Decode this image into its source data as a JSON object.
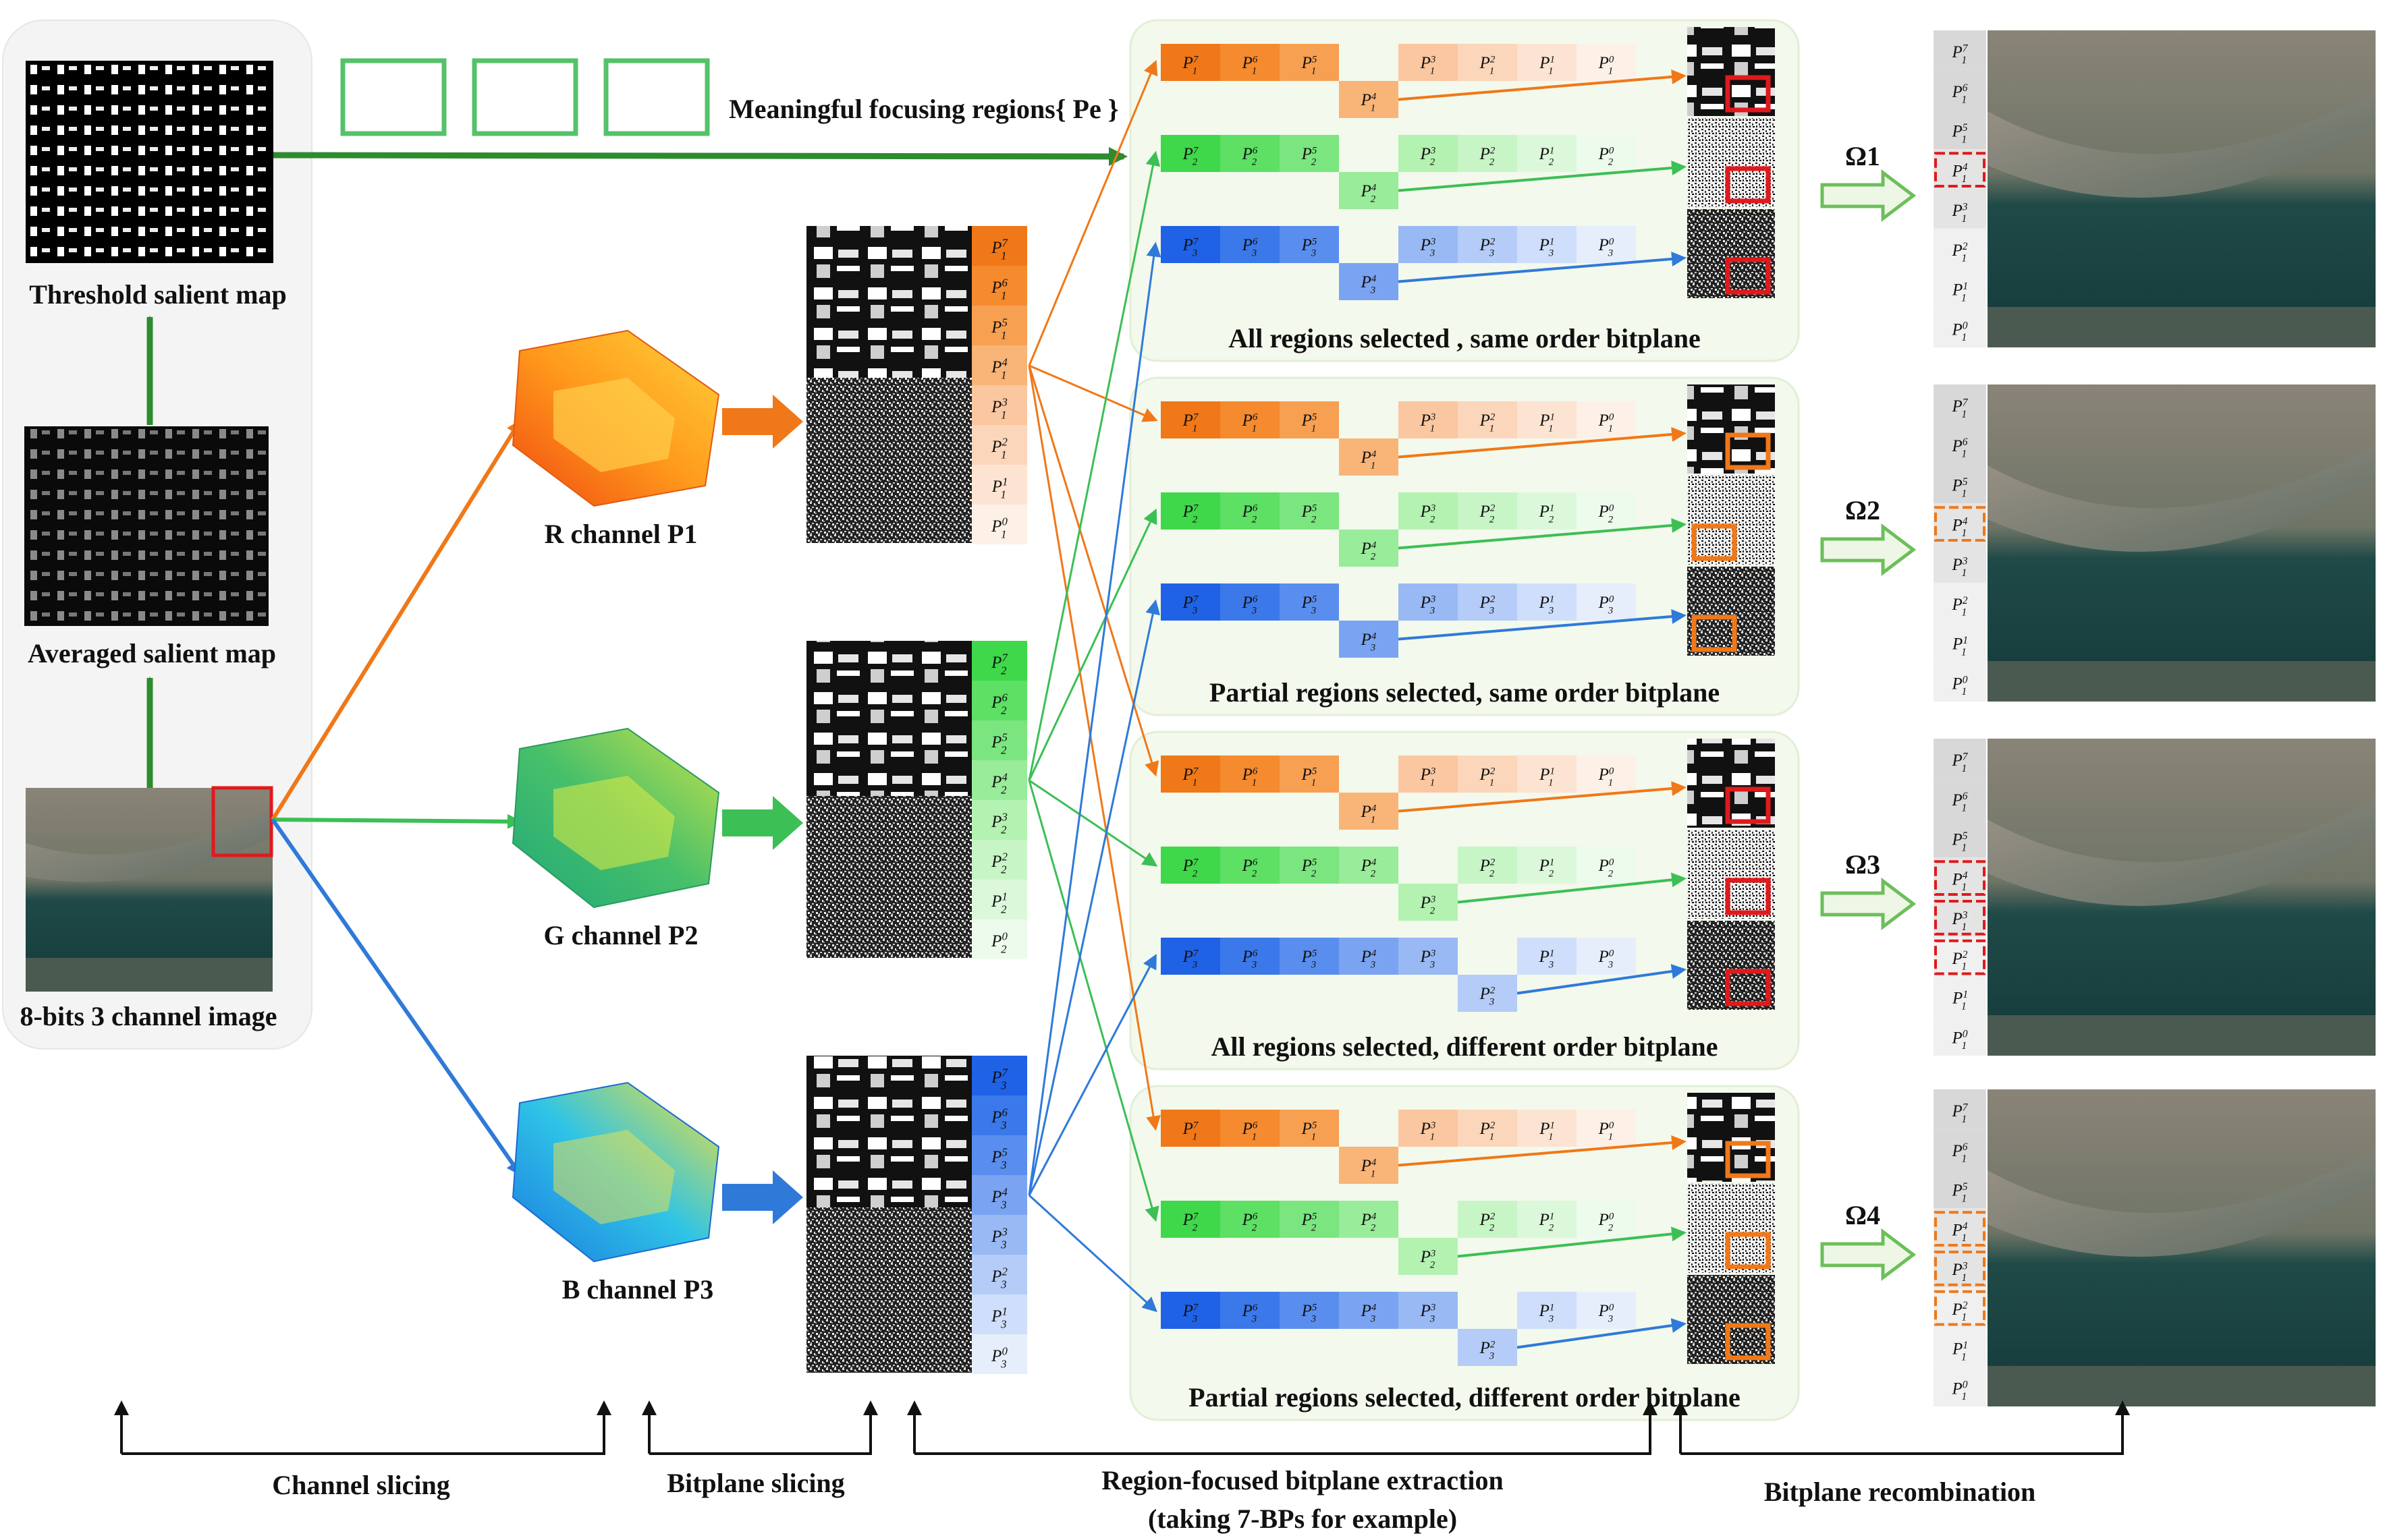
{
  "left_panel": {
    "threshold_label": "Threshold salient map",
    "averaged_label": "Averaged salient map",
    "input_label": "8-bits 3 channel image"
  },
  "focus_regions_label": "Meaningful focusing regions{ Pe }",
  "channels": [
    {
      "label": "R channel P1",
      "color": "#f07818",
      "bitplane_colors": [
        "#f07818",
        "#f58a2e",
        "#f7a052",
        "#f9b478",
        "#fbc7a0",
        "#fcd6ba",
        "#fde4d2",
        "#fdf0e6"
      ]
    },
    {
      "label": "G channel P2",
      "color": "#3fbf55",
      "bitplane_colors": [
        "#3fd84a",
        "#5de064",
        "#7be67f",
        "#99ec99",
        "#b4f2b2",
        "#c8f5c6",
        "#dcf8da",
        "#edfbec"
      ]
    },
    {
      "label": "B channel P3",
      "color": "#2f66d8",
      "bitplane_colors": [
        "#1f62e6",
        "#3b78ea",
        "#5a8eee",
        "#7aa4f1",
        "#98b9f4",
        "#b4ccf7",
        "#cfdefa",
        "#e6eefc"
      ]
    }
  ],
  "bitplane_tags": [
    "P7",
    "P6",
    "P5",
    "P4",
    "P3",
    "P2",
    "P1",
    "P0"
  ],
  "groups": [
    {
      "caption": "All regions selected , same order bitplane",
      "box_color": "#e0191c"
    },
    {
      "caption": "Partial regions selected, same order bitplane",
      "box_color": "#f07818"
    },
    {
      "caption": "All regions selected, different order bitplane",
      "box_color": "#e0191c"
    },
    {
      "caption": "Partial regions selected, different order bitplane",
      "box_color": "#f07818"
    }
  ],
  "omegas": [
    "Ω1",
    "Ω2",
    "Ω3",
    "Ω4"
  ],
  "stages": {
    "channel_slicing": "Channel slicing",
    "bitplane_slicing": "Bitplane slicing",
    "region_extraction_line1": "Region-focused bitplane extraction",
    "region_extraction_line2": "(taking 7-BPs for example)",
    "recombination": "Bitplane recombination"
  },
  "colors": {
    "flow_green": "#2e8b2e",
    "red": "#f07818",
    "green": "#3cbf55",
    "blue": "#2f7ad8",
    "panel_bg": "#f3f9ec",
    "left_bg": "#f4f4f4"
  }
}
